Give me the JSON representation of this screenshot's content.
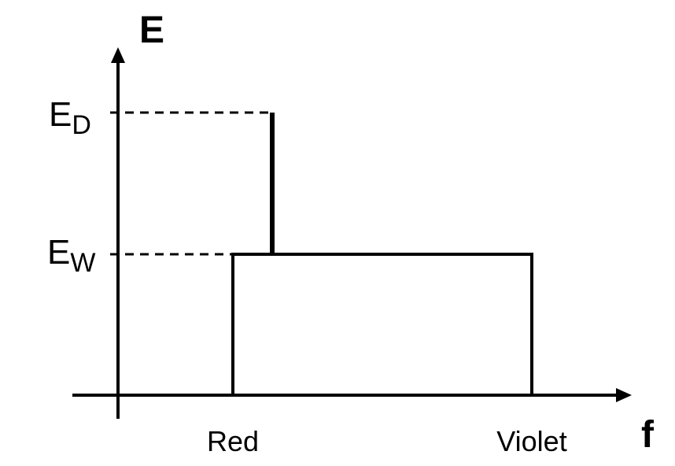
{
  "diagram": {
    "y_axis": {
      "label": "E"
    },
    "x_axis": {
      "label": "f"
    },
    "levels": [
      {
        "id": "ed",
        "main": "E",
        "sub": "D"
      },
      {
        "id": "ew",
        "main": "E",
        "sub": "W"
      }
    ],
    "x_ticks": {
      "left": "Red",
      "right": "Violet"
    }
  }
}
